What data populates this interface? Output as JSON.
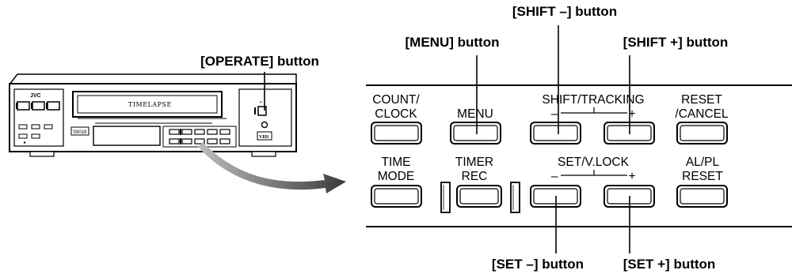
{
  "callouts": {
    "operate": "[OPERATE] button",
    "menu": "[MENU] button",
    "shift_minus": "[SHIFT –] button",
    "shift_plus": "[SHIFT +] button",
    "set_minus": "[SET –] button",
    "set_plus": "[SET +] button"
  },
  "vcr": {
    "brand": "JVC",
    "tape_label": "TIMELAPSE",
    "model_badge": "S9018",
    "format_logo": "VHS"
  },
  "panel": {
    "count_clock_line1": "COUNT/",
    "count_clock_line2": "CLOCK",
    "menu": "MENU",
    "shift_tracking": "SHIFT/TRACKING",
    "shift_minus_sign": "–",
    "shift_plus_sign": "+",
    "reset_cancel_line1": "RESET",
    "reset_cancel_line2": "/CANCEL",
    "time_mode_line1": "TIME",
    "time_mode_line2": "MODE",
    "timer_rec_line1": "TIMER",
    "timer_rec_line2": "REC",
    "set_vlock": "SET/V.LOCK",
    "set_minus_sign": "–",
    "set_plus_sign": "+",
    "al_pl_reset_line1": "AL/PL",
    "al_pl_reset_line2": "RESET"
  }
}
